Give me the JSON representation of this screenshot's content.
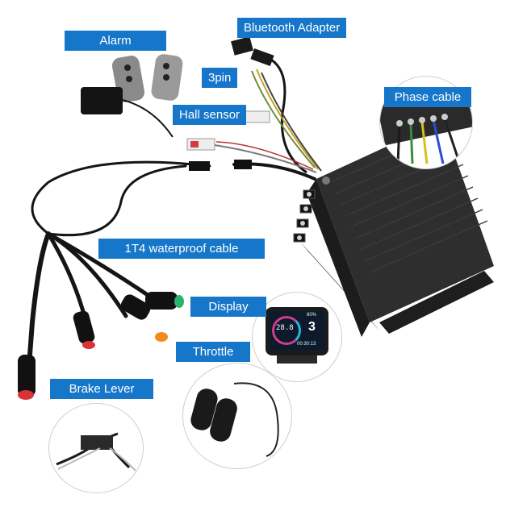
{
  "labels": {
    "alarm": "Alarm",
    "bluetooth": "Bluetooth Adapter",
    "three_pin": "3pin",
    "hall_sensor": "Hall sensor",
    "phase_cable": "Phase cable",
    "waterproof_cable": "1T4 waterproof cable",
    "display": "Display",
    "throttle": "Throttle",
    "brake_lever": "Brake Lever"
  },
  "display_screen": {
    "speed": "28.8",
    "gear": "3",
    "battery": "80%",
    "clock": "00:30:13"
  },
  "colors": {
    "label_bg": "#1676c9",
    "controller": "#2a2a2a",
    "cable": "#151515"
  }
}
